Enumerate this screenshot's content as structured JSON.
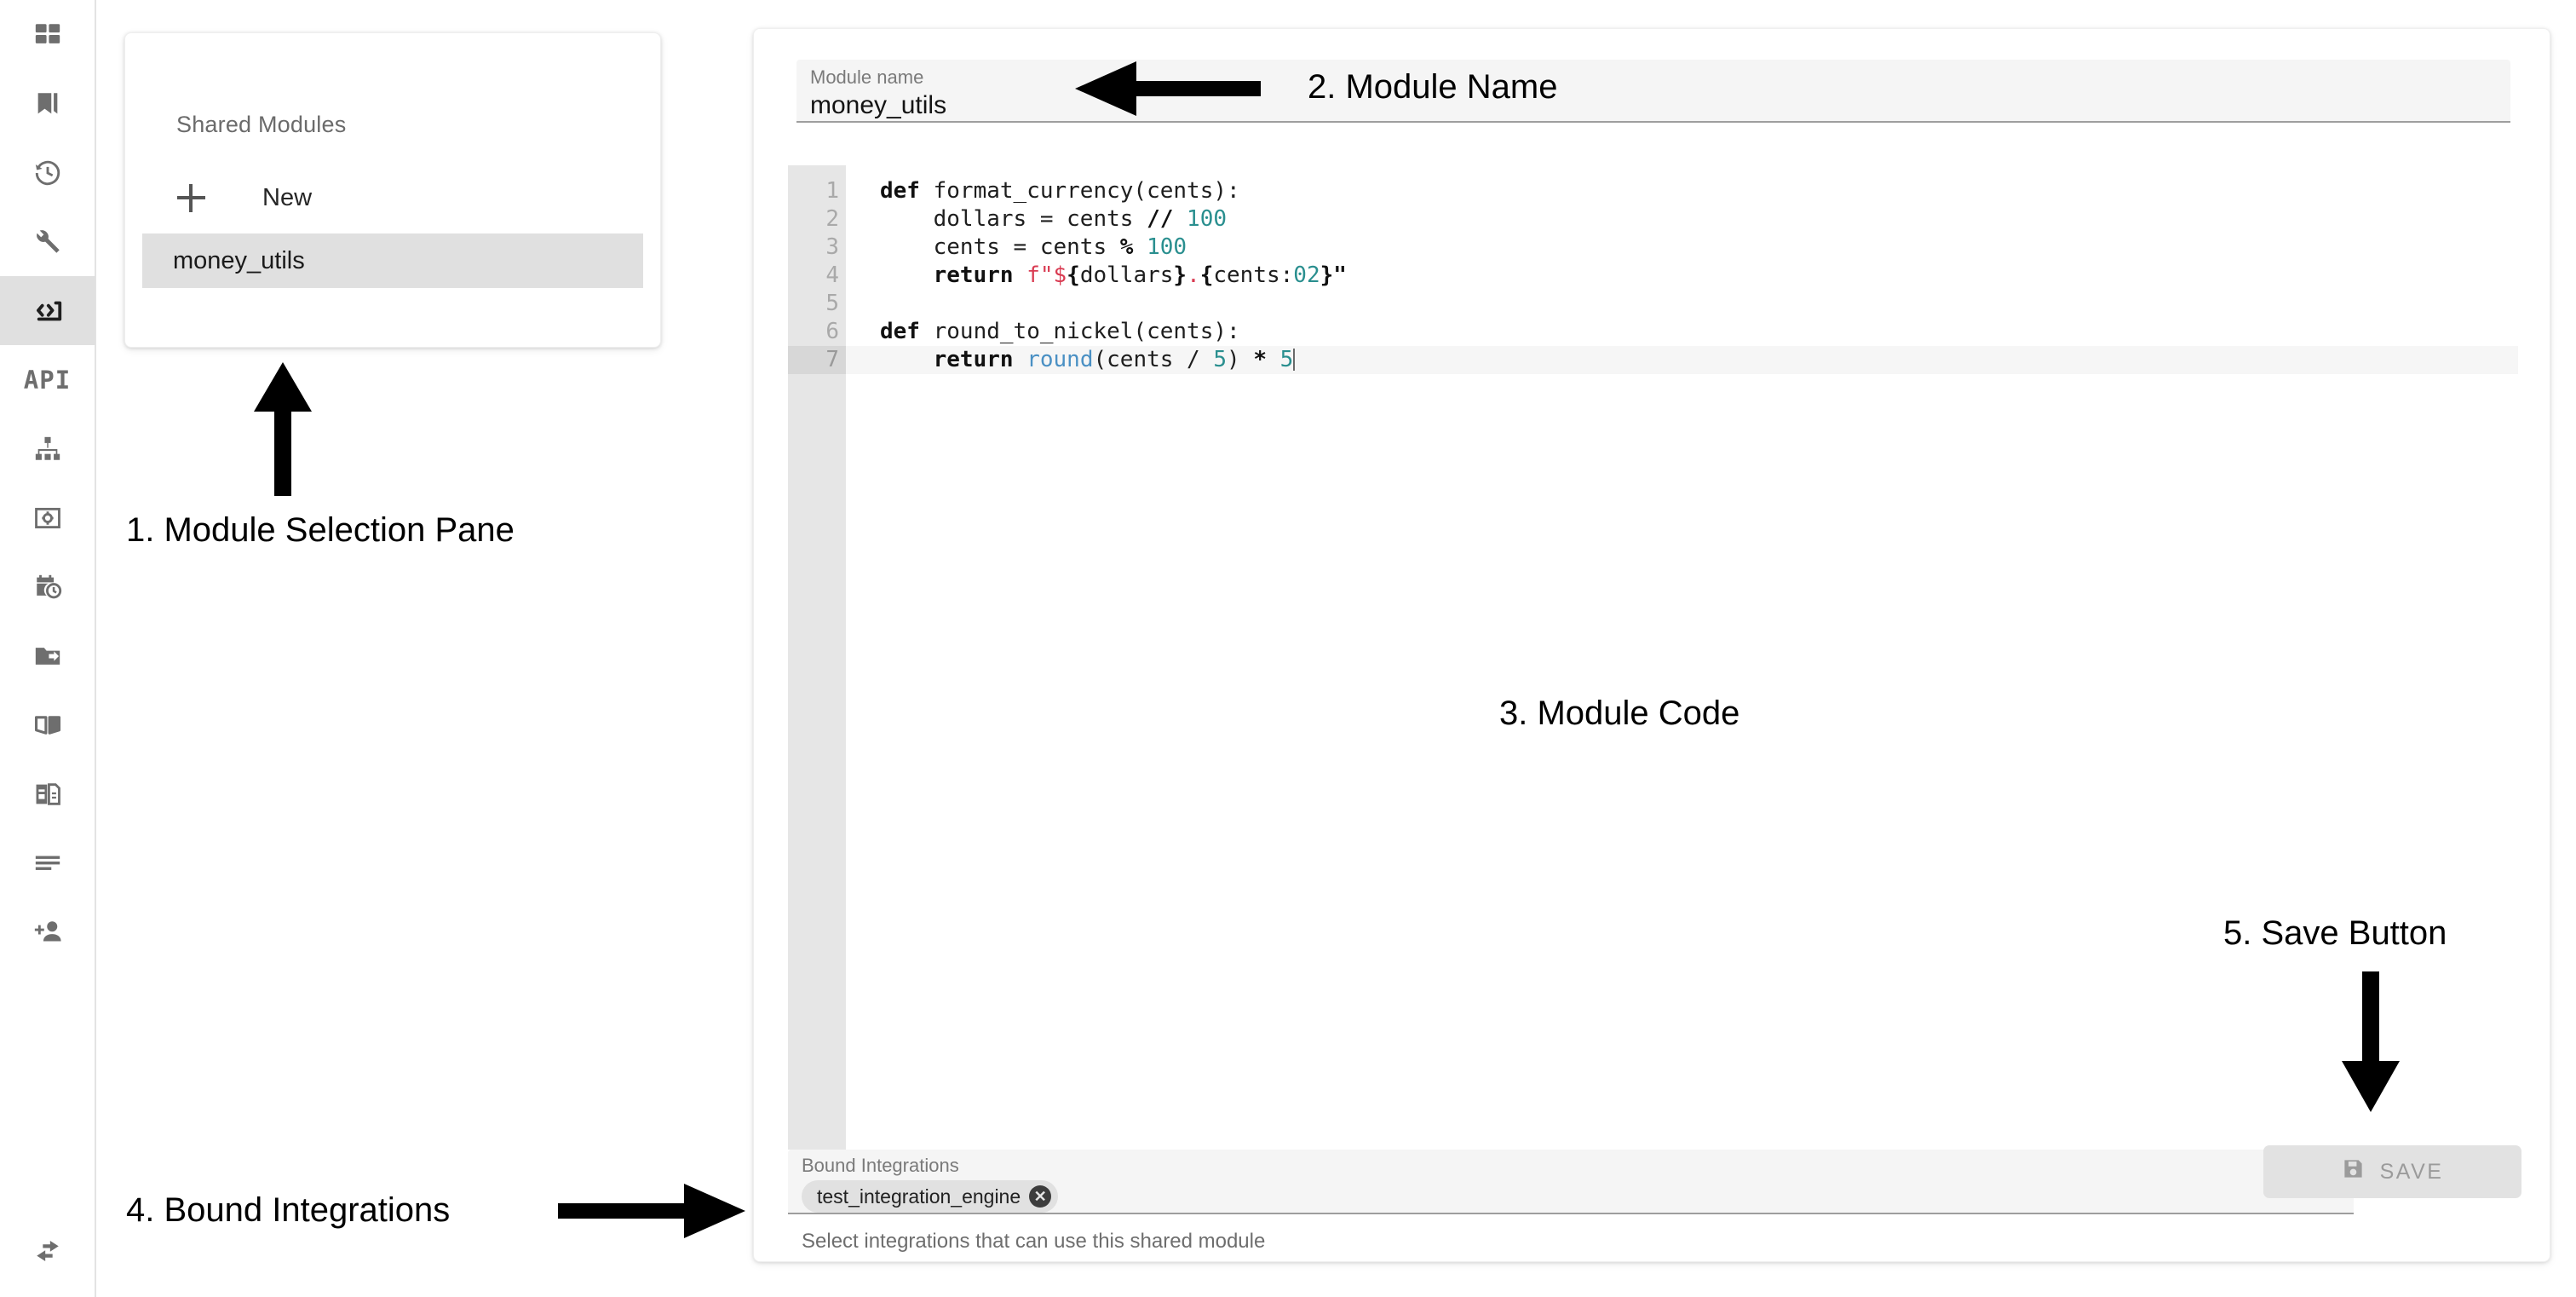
{
  "sidebar": {
    "items": [
      {
        "name": "dashboard-icon",
        "label": "Dashboard",
        "selected": false
      },
      {
        "name": "bookmarks-icon",
        "label": "Bookmarks",
        "selected": false
      },
      {
        "name": "history-icon",
        "label": "History",
        "selected": false
      },
      {
        "name": "tools-icon",
        "label": "Tools",
        "selected": false
      },
      {
        "name": "code-icon",
        "label": "Shared Modules",
        "selected": true
      },
      {
        "name": "api-icon",
        "label": "API",
        "selected": false,
        "text": "API"
      },
      {
        "name": "hierarchy-icon",
        "label": "Hierarchy",
        "selected": false
      },
      {
        "name": "vault-icon",
        "label": "Vault",
        "selected": false
      },
      {
        "name": "schedule-icon",
        "label": "Schedule",
        "selected": false
      },
      {
        "name": "export-folder-icon",
        "label": "Export",
        "selected": false
      },
      {
        "name": "book-icon",
        "label": "Docs",
        "selected": false
      },
      {
        "name": "article-icon",
        "label": "Reports",
        "selected": false
      },
      {
        "name": "list-icon",
        "label": "Logs",
        "selected": false
      },
      {
        "name": "add-user-icon",
        "label": "Add User",
        "selected": false
      }
    ],
    "bottom_item": {
      "name": "transfer-icon",
      "label": "Transfer"
    }
  },
  "module_pane": {
    "title": "Shared Modules",
    "new_label": "New",
    "new_icon": "plus-icon",
    "modules": [
      {
        "label": "money_utils",
        "selected": true
      }
    ]
  },
  "editor": {
    "name_field": {
      "label": "Module name",
      "value": "money_utils"
    },
    "code": {
      "language": "python",
      "active_line": 7,
      "fold_lines": [
        1,
        6
      ],
      "line_numbers": [
        "1",
        "2",
        "3",
        "4",
        "5",
        "6",
        "7"
      ],
      "lines": [
        "def format_currency(cents):",
        "    dollars = cents // 100",
        "    cents = cents % 100",
        "    return f\"${dollars}.{cents:02}\"",
        "",
        "def round_to_nickel(cents):",
        "    return round(cents / 5) * 5"
      ]
    },
    "bound_integrations": {
      "label": "Bound Integrations",
      "chips": [
        {
          "label": "test_integration_engine",
          "remove_icon": "close-icon"
        }
      ],
      "dropdown_icon": "chevron-down-icon",
      "helper_text": "Select integrations that can use this shared module"
    },
    "save_button": {
      "label": "SAVE",
      "icon": "save-disk-icon",
      "disabled": true
    }
  },
  "annotations": [
    {
      "id": "1",
      "text": "1. Module Selection Pane",
      "arrow": "up"
    },
    {
      "id": "2",
      "text": "2. Module Name",
      "arrow": "left"
    },
    {
      "id": "3",
      "text": "3. Module Code",
      "arrow": "none"
    },
    {
      "id": "4",
      "text": "4. Bound Integrations",
      "arrow": "right"
    },
    {
      "id": "5",
      "text": "5. Save Button",
      "arrow": "down"
    }
  ],
  "colors": {
    "rail_selected_bg": "#e0e0e0",
    "module_selected_bg": "#e0e0e0",
    "field_bg": "#f5f5f5",
    "field_underline": "#9e9e9e",
    "gutter_bg": "#e6e6e6",
    "code_keyword": "#111111",
    "code_number": "#2a8f8f",
    "code_string": "#d93b52",
    "code_function": "#4a90c4",
    "save_bg": "#e2e2e2",
    "save_fg": "#9b9b9b",
    "annotation": "#000000"
  }
}
